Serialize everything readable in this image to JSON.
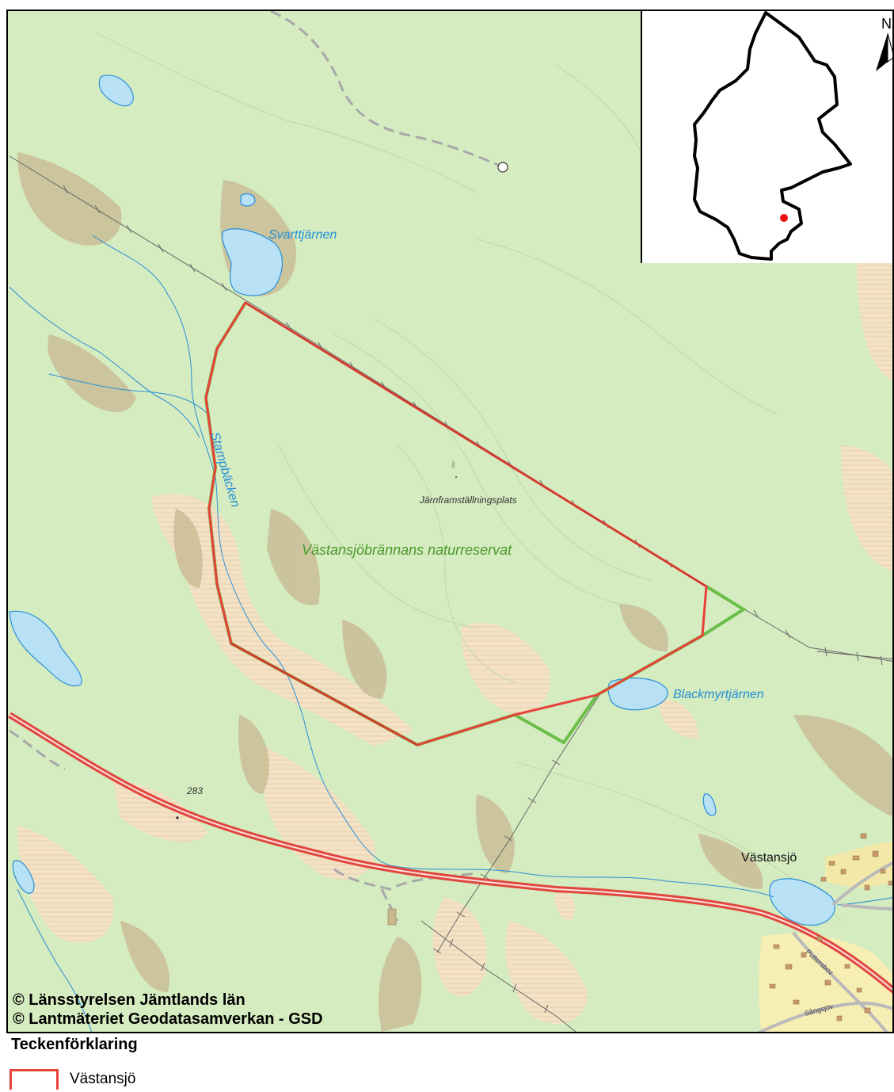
{
  "map": {
    "labels": {
      "svarttjarnen": "Svarttjärnen",
      "stampbacken": "Stampbäcken",
      "jarnframstallningsplats": "Järnframställningsplats",
      "reserve": "Västansjöbrännans naturreservat",
      "blackmyrtjarnen": "Blackmyrtjärnen",
      "elevation": "283",
      "vastansjo": "Västansjö",
      "puttersbov": "Puttersbov",
      "sangsjov": "Sångsjöv"
    },
    "copyright": [
      "© Länsstyrelsen Jämtlands län",
      "© Lantmäteriet Geodatasamverkan - GSD"
    ],
    "north_label": "N",
    "colors": {
      "forest": "#d5ebc0",
      "open_land": "#f3e2c6",
      "wetland": "#c6b891",
      "water": "#b9e1f5",
      "water_line": "#2a8fd8",
      "boundary_red": "#e8423a",
      "boundary_green": "#6bbf48",
      "road_red": "#e0473f"
    }
  },
  "legend": {
    "title": "Teckenförklaring",
    "items": [
      {
        "label": "Västansjö",
        "color": "#e8423a"
      }
    ]
  }
}
